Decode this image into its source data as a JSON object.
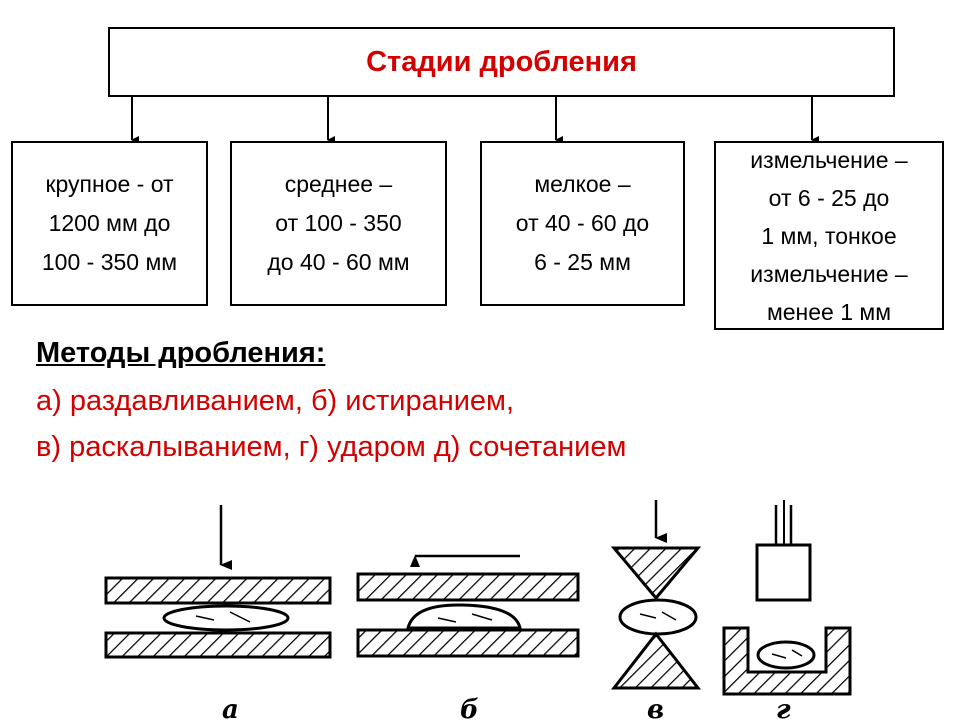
{
  "stages": {
    "title": "Стадии дробления",
    "items": [
      {
        "text": "крупное - от\n1200 мм до\n100 - 350 мм"
      },
      {
        "text": "среднее –\nот 100 - 350\nдо 40 - 60 мм"
      },
      {
        "text": "мелкое –\nот 40 -  60 до\n6 - 25 мм"
      },
      {
        "text": "измельчение –\nот 6 - 25 до\n1 мм, тонкое\nизмельчение –\nменее 1 мм"
      }
    ]
  },
  "methods": {
    "heading": "Методы дробления:",
    "line1": "а) раздавливанием, б) истиранием,",
    "line2": "в) раскалыванием, г) ударом д) сочетанием"
  },
  "figures": {
    "labels": [
      "а",
      "б",
      "в",
      "г"
    ]
  },
  "colors": {
    "accent": "#d40000",
    "line": "#000000"
  }
}
